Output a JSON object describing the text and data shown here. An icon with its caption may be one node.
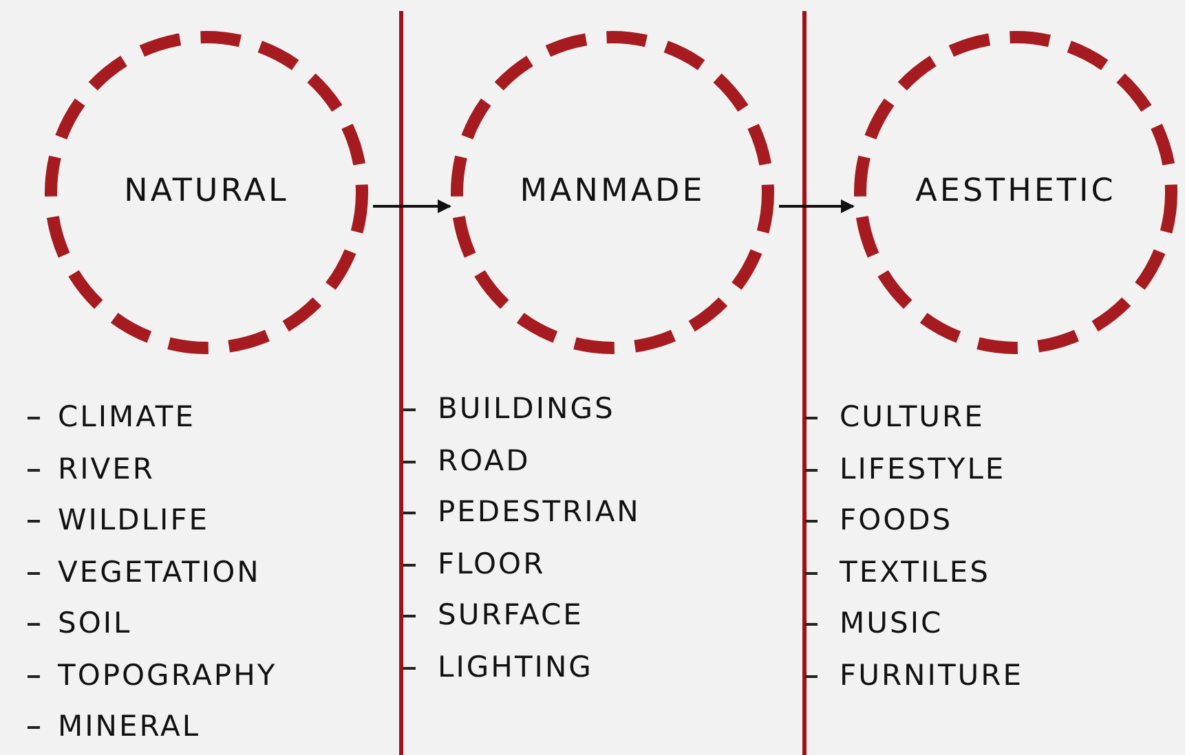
{
  "diagram": {
    "nodes": [
      {
        "text": [
          "NATURAL"
        ]
      },
      {
        "text": [
          "MANMADE"
        ]
      },
      {
        "text": [
          "AESTHETIC"
        ]
      }
    ],
    "edges": [
      {
        "from": 0,
        "to": 1,
        "arrow": "to"
      },
      {
        "from": 1,
        "to": 2,
        "arrow": "to"
      }
    ],
    "labels": [
      "CLIMATE",
      "RIVER",
      "WILDLIFE",
      "VEGETATION",
      "SOIL",
      "TOPOGRAPHY",
      "MINERAL",
      "BUILDINGS",
      "ROAD",
      "PEDESTRIAN",
      "FLOOR",
      "SURFACE",
      "LIGHTING",
      "CULTURE",
      "LIFESTYLE",
      "FOODS",
      "TEXTILES",
      "MUSIC",
      "FURNITURE"
    ]
  }
}
